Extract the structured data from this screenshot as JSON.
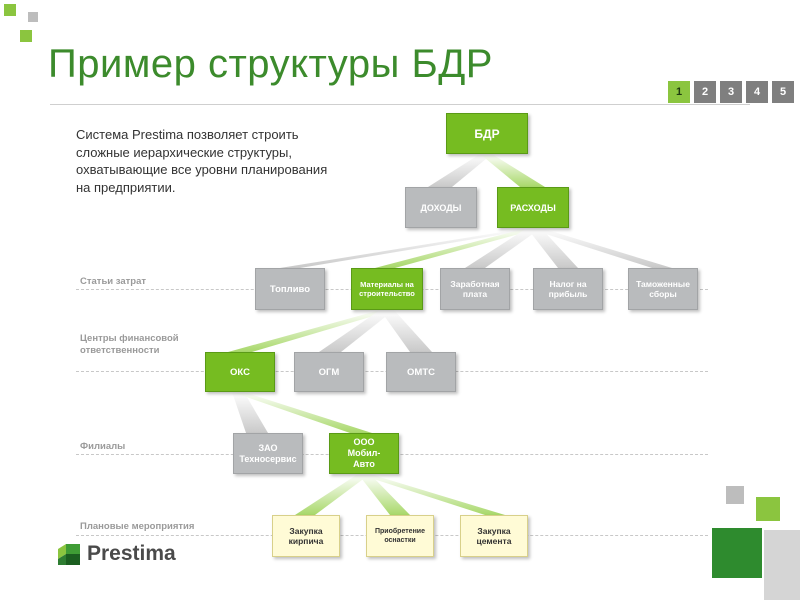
{
  "title": "Пример структуры БДР",
  "pager": [
    "1",
    "2",
    "3",
    "4",
    "5"
  ],
  "pager_active": "1",
  "intro": "Система Prestima позволяет строить сложные иерархические структуры, охватывающие все уровни планирования на предприятии.",
  "levels": {
    "cost_items": "Статьи затрат",
    "responsibility_centers": "Центры финансовой ответственности",
    "branches": "Филиалы",
    "planned_activities": "Плановые мероприятия"
  },
  "nodes": {
    "bdr": "БДР",
    "income": "ДОХОДЫ",
    "expenses": "РАСХОДЫ",
    "fuel": "Топливо",
    "materials": "Материалы на строительство",
    "salary": "Заработная плата",
    "profit_tax": "Налог на прибыль",
    "customs": "Таможенные сборы",
    "oks": "ОКС",
    "ogm": "ОГМ",
    "omts": "ОМТС",
    "zao": "ЗАО Техносервис",
    "ooo": "ООО Мобил-Авто",
    "bricks": "Закупка кирпича",
    "equipment": "Приобретение оснастки",
    "cement": "Закупка цемента"
  },
  "logo": "Prestima",
  "colors": {
    "accent": "#76bc21",
    "gray_node": "#b9bbbd",
    "title": "#3c8b2c"
  }
}
